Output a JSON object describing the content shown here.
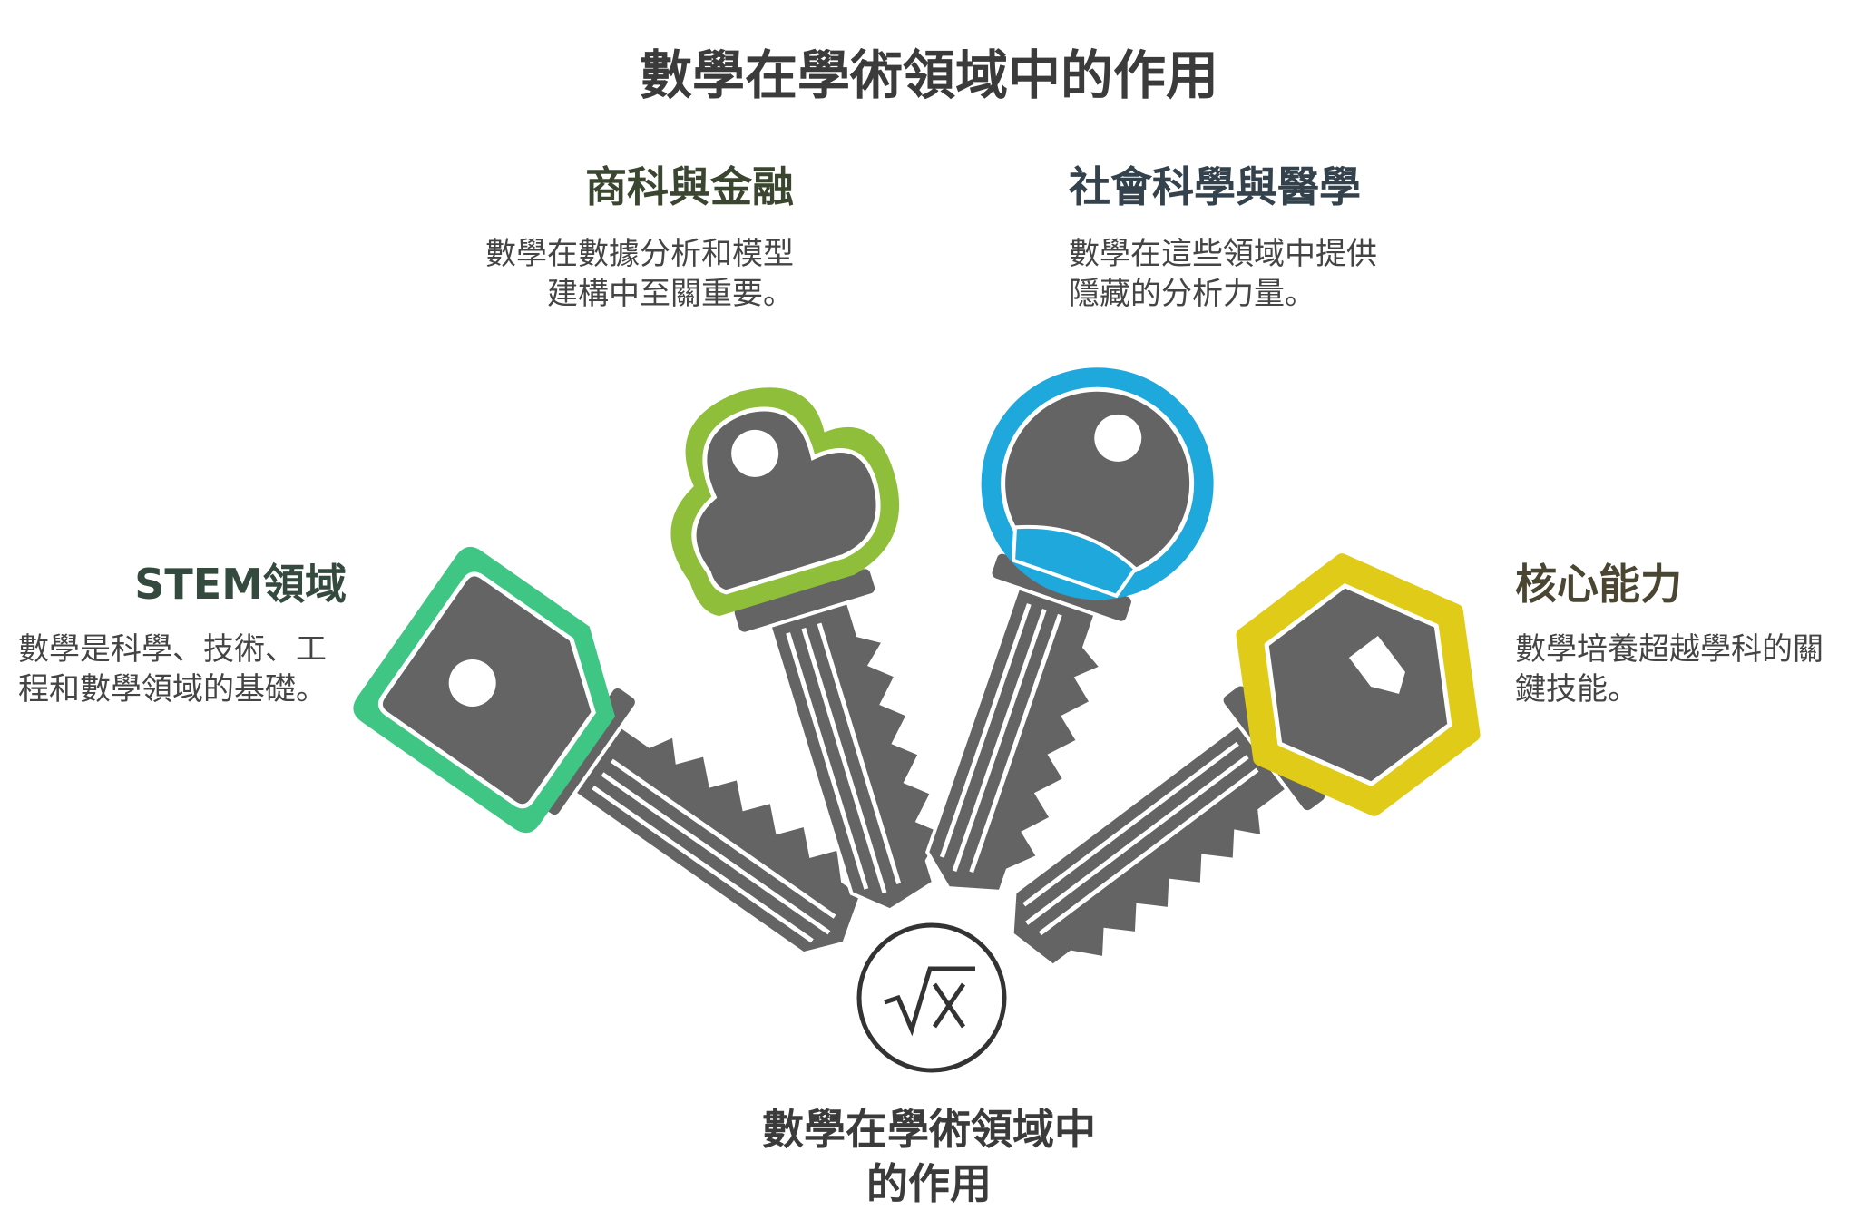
{
  "title": "數學在學術領域中的作用",
  "sections": [
    {
      "heading": "STEM領域",
      "desc_lines": [
        "數學是科學、技術、工",
        "程和數學領域的基礎。"
      ],
      "color": "#3fc684",
      "heading_color": "#344a3e"
    },
    {
      "heading": "商科與金融",
      "desc_lines": [
        "數學在數據分析和模型",
        "建構中至關重要。"
      ],
      "color": "#8fbf3a",
      "heading_color": "#3a4630"
    },
    {
      "heading": "社會科學與醫學",
      "desc_lines": [
        "數學在這些領域中提供",
        "隱藏的分析力量。"
      ],
      "color": "#1fa8dc",
      "heading_color": "#33424c"
    },
    {
      "heading": "核心能力",
      "desc_lines": [
        "數學培養超越學科的關",
        "鍵技能。"
      ],
      "color": "#e0cb18",
      "heading_color": "#4a4632"
    }
  ],
  "center": {
    "icon": "square-root-x-icon",
    "symbol": "√x",
    "label_lines": [
      "數學在學術領域中",
      "的作用"
    ]
  },
  "key_gray": "#646464"
}
